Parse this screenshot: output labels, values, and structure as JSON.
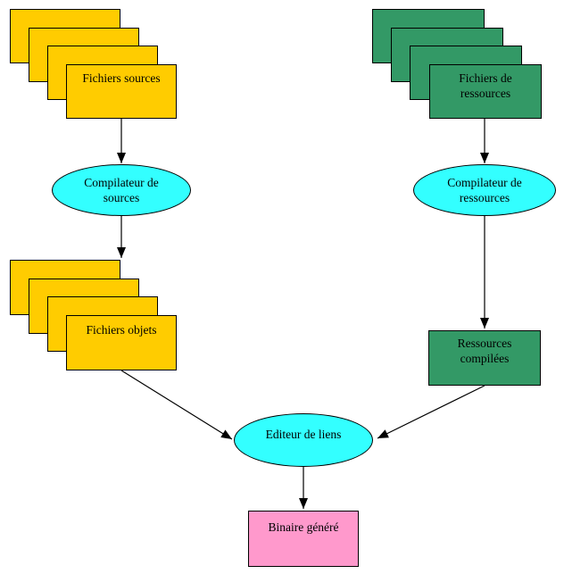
{
  "colors": {
    "yellow": "#FFCC00",
    "green": "#339966",
    "cyan": "#33FFFF",
    "pink": "#FF99CC",
    "arrow": "#000000"
  },
  "nodes": {
    "fichiers_sources": {
      "lines": [
        "Fichiers sources"
      ]
    },
    "fichiers_de_ressources": {
      "lines": [
        "Fichiers de",
        "ressources"
      ]
    },
    "compilateur_de_sources": {
      "lines": [
        "Compilateur de",
        "sources"
      ]
    },
    "compilateur_de_ressources": {
      "lines": [
        "Compilateur de",
        "ressources"
      ]
    },
    "fichiers_objets": {
      "lines": [
        "Fichiers objets"
      ]
    },
    "ressources_compilees": {
      "lines": [
        "Ressources",
        "compilées"
      ]
    },
    "editeur_de_liens": {
      "lines": [
        "Editeur de liens"
      ]
    },
    "binaire_genere": {
      "lines": [
        "Binaire généré"
      ]
    }
  }
}
